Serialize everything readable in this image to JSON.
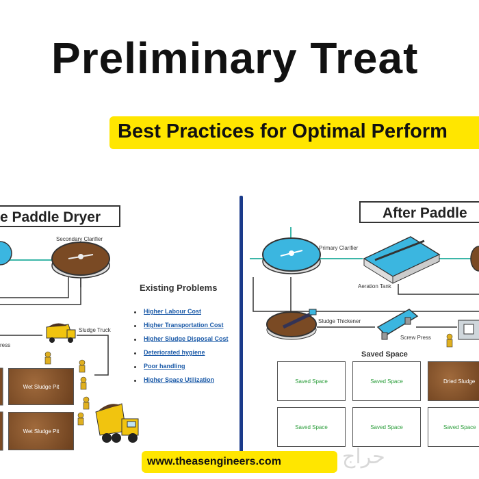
{
  "header": {
    "title": "Preliminary Treat",
    "subtitle": "Best Practices for Optimal Perform"
  },
  "before": {
    "title": "e Paddle Dryer",
    "secondary_clarifier": "Secondary Clarifier",
    "sludge_truck": "Sludge Truck",
    "press_fragment": "ress",
    "pits": [
      "Wet Sludge Pit",
      "Wet Sludge Pit"
    ],
    "problems_heading": "Existing Problems",
    "problems": [
      "Higher Labour Cost",
      "Higher Transportation Cost",
      "Higher Sludge Disposal Cost",
      "Deteriorated hygiene",
      "Poor handling",
      "Higher Space Utilization"
    ]
  },
  "after": {
    "title": "After Paddle",
    "primary_clarifier": "Primary Clarifier",
    "aeration_tank": "Aeration Tank",
    "sludge_thickener": "Sludge Thickener",
    "screw_press": "Screw Press",
    "saved_space_heading": "Saved Space",
    "grid": [
      "Saved Space",
      "Saved Space",
      "Dried Sludge",
      "Saved Space",
      "Saved Space",
      "Saved Space"
    ]
  },
  "footer": {
    "url": "www.theasengineers.com"
  },
  "watermark": {
    "text": "حراج"
  },
  "colors": {
    "accent_yellow": "#ffe600",
    "divider_blue": "#1a3a8a",
    "link_blue": "#1b5aa8",
    "sludge_brown": "#7a4a24",
    "water_blue": "#3bb6e0",
    "pipe_teal": "#3bb6a8"
  }
}
